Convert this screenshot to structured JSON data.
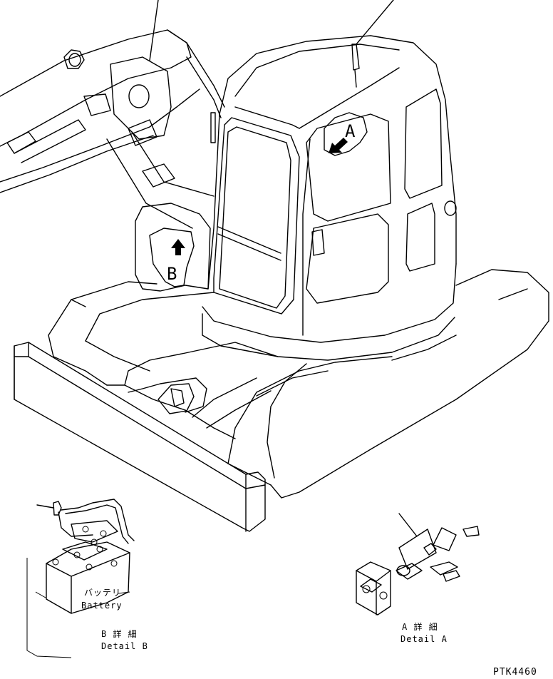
{
  "callouts": {
    "a": "A",
    "b": "B"
  },
  "detail_b": {
    "battery_jp": "バッテリ",
    "battery_en": "Battery",
    "title_jp": "B 詳 細",
    "title_en": "Detail B"
  },
  "detail_a": {
    "title_jp": "A 詳 細",
    "title_en": "Detail A"
  },
  "drawing_code": "PTK4460"
}
